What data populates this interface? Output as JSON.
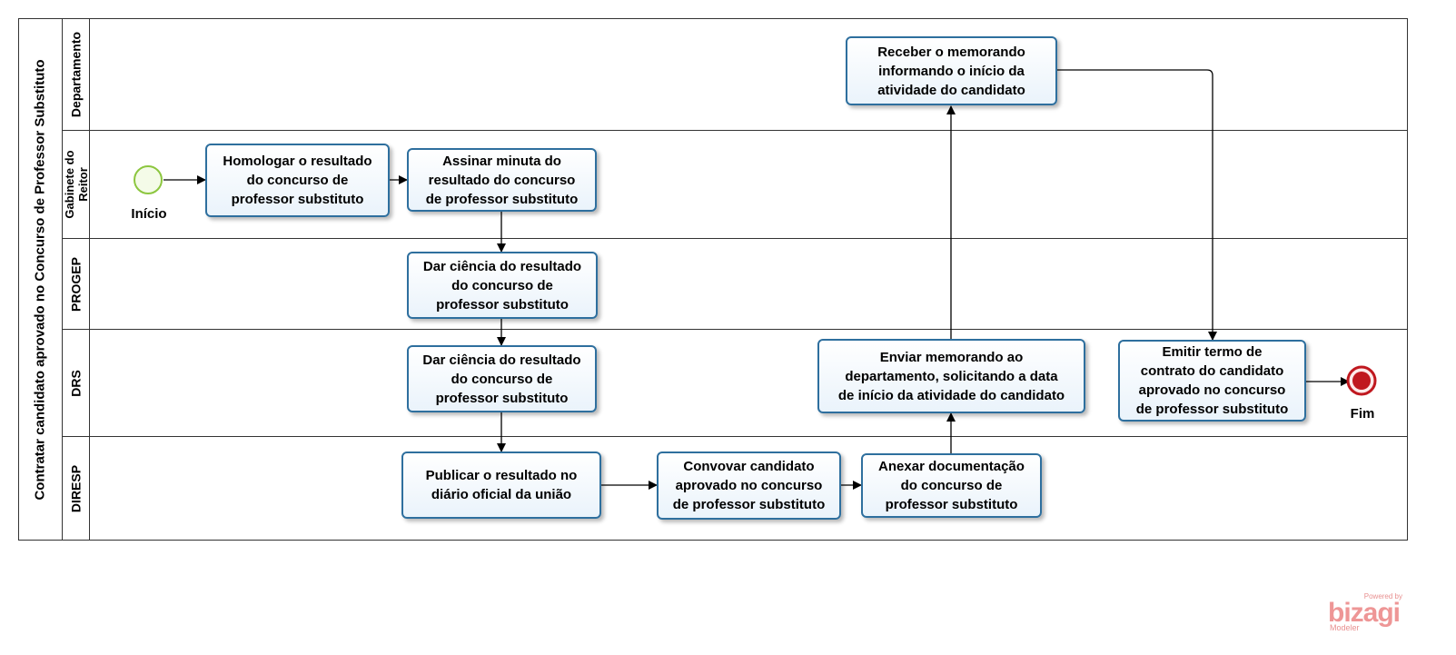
{
  "pool": {
    "title": "Contratar candidato aprovado no Concurso de Professor Substituto"
  },
  "lanes": [
    {
      "label": "Departamento"
    },
    {
      "label": "Gabinete do\nReitor"
    },
    {
      "label": "PROGEP"
    },
    {
      "label": "DRS"
    },
    {
      "label": "DIRESP"
    }
  ],
  "events": {
    "start": {
      "label": "Início"
    },
    "end": {
      "label": "Fim"
    }
  },
  "tasks": {
    "receber": "Receber o memorando\ninformando o início da\natividade do candidato",
    "homologar": "Homologar o resultado\ndo concurso de\nprofessor substituto",
    "assinar": "Assinar minuta do\nresultado do concurso\nde professor substituto",
    "progep_ciencia": "Dar ciência do resultado\ndo concurso de\nprofessor substituto",
    "drs_ciencia": "Dar ciência do resultado\ndo concurso de\nprofessor substituto",
    "enviar": "Enviar memorando ao\ndepartamento, solicitando a data\nde início da atividade do candidato",
    "emitir": "Emitir termo de\ncontrato do candidato\naprovado no concurso\nde professor substituto",
    "publicar": "Publicar o resultado no\ndiário oficial da união",
    "convocar": "Convovar candidato\naprovado no concurso\nde  professor substituto",
    "anexar": "Anexar documentação\ndo concurso de\nprofessor substituto"
  },
  "branding": {
    "powered": "Powered by",
    "name": "bizagi",
    "product": "Modeler"
  },
  "colors": {
    "task_border": "#2e6f9e",
    "start_event": "#8cc63f",
    "end_event": "#c0181f",
    "brand": "#ee9696"
  }
}
